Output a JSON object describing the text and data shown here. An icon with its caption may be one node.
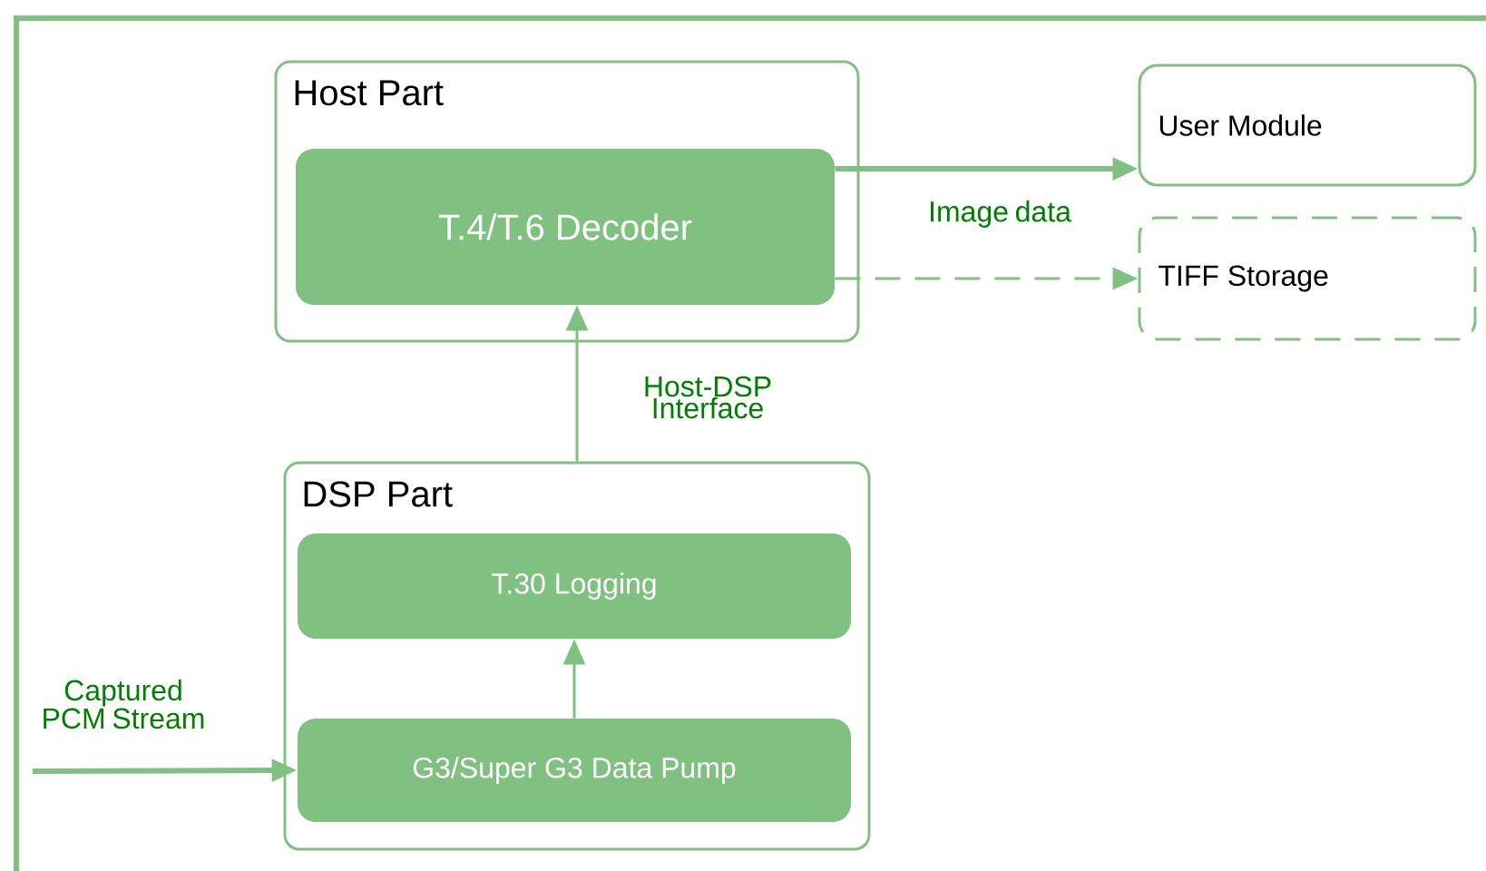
{
  "diagram": {
    "nodes": [
      {
        "text": [
          "Host Part"
        ]
      },
      {
        "text": [
          "T.4/T.6 Decoder"
        ],
        "in": 0
      },
      {
        "text": [
          "User Module"
        ]
      },
      {
        "text": [
          "TIFF Storage"
        ]
      },
      {
        "text": [
          "DSP Part"
        ]
      },
      {
        "text": [
          "T.30 Logging"
        ],
        "in": 4
      },
      {
        "text": [
          "G3/Super G3 Data Pump"
        ],
        "in": 4
      }
    ],
    "edges": [
      {
        "from": 1,
        "to": 2,
        "arrow": "to",
        "label": "Image data",
        "style": "thick"
      },
      {
        "from": 1,
        "to": 3,
        "arrow": "to",
        "style": "dashed"
      },
      {
        "from": 4,
        "to": 1,
        "arrow": "to",
        "label": "Host-DSP Interface"
      },
      {
        "from": 6,
        "to": 5,
        "arrow": "to"
      },
      {
        "from": null,
        "to": 6,
        "arrow": "to",
        "label": "Captured PCM Stream",
        "style": "thick"
      }
    ]
  }
}
